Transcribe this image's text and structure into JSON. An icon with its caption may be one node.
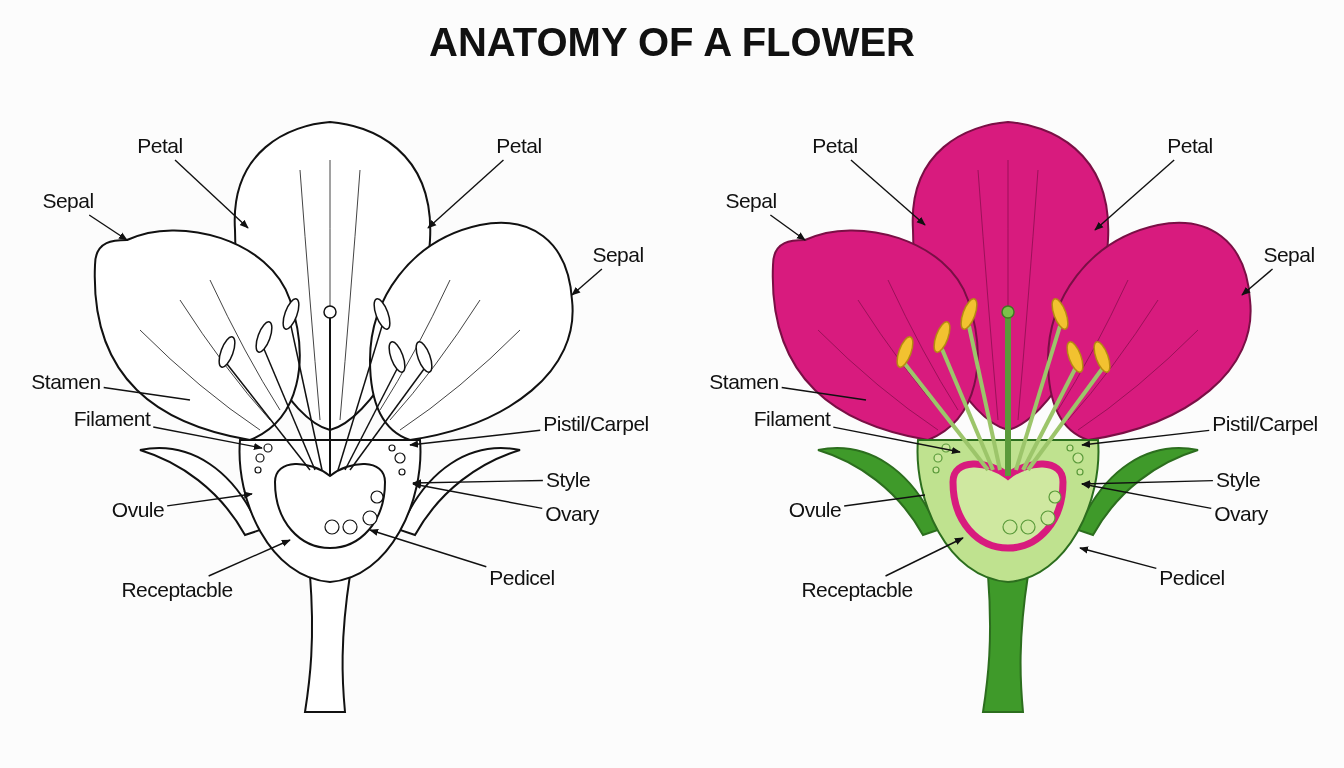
{
  "diagram": {
    "title": "ANATOMY OF A FLOWER",
    "nodes": [
      {
        "text": [
          "Petal"
        ]
      },
      {
        "text": [
          "Petal"
        ]
      },
      {
        "text": [
          "Sepal"
        ]
      },
      {
        "text": [
          "Sepal"
        ]
      },
      {
        "text": [
          "Stamen"
        ]
      },
      {
        "text": [
          "Filament"
        ]
      },
      {
        "text": [
          "Pistil/Carpel"
        ]
      },
      {
        "text": [
          "Style"
        ]
      },
      {
        "text": [
          "Ovary"
        ]
      },
      {
        "text": [
          "Ovule"
        ]
      },
      {
        "text": [
          "Receptacble"
        ]
      },
      {
        "text": [
          "Pedicel"
        ]
      },
      {
        "text": [
          "Petal"
        ]
      },
      {
        "text": [
          "Petal"
        ]
      },
      {
        "text": [
          "Sepal"
        ]
      },
      {
        "text": [
          "Sepal"
        ]
      },
      {
        "text": [
          "Stamen"
        ]
      },
      {
        "text": [
          "Filament"
        ]
      },
      {
        "text": [
          "Pistil/Carpel"
        ]
      },
      {
        "text": [
          "Style"
        ]
      },
      {
        "text": [
          "Ovary"
        ]
      },
      {
        "text": [
          "Ovule"
        ]
      },
      {
        "text": [
          "Receptacble"
        ]
      },
      {
        "text": [
          "Pedicel"
        ]
      }
    ],
    "edges": [
      {
        "from": 0,
        "to": null,
        "arrow": "to"
      },
      {
        "from": 1,
        "to": null,
        "arrow": "to"
      },
      {
        "from": 2,
        "to": null,
        "arrow": "to"
      },
      {
        "from": 3,
        "to": null,
        "arrow": "to"
      },
      {
        "from": 4,
        "to": null,
        "arrow": "none"
      },
      {
        "from": 5,
        "to": null,
        "arrow": "to"
      },
      {
        "from": 6,
        "to": null,
        "arrow": "to"
      },
      {
        "from": 7,
        "to": null,
        "arrow": "to"
      },
      {
        "from": 8,
        "to": null,
        "arrow": "to"
      },
      {
        "from": 9,
        "to": null,
        "arrow": "to"
      },
      {
        "from": 10,
        "to": null,
        "arrow": "to"
      },
      {
        "from": 11,
        "to": null,
        "arrow": "to"
      },
      {
        "from": 12,
        "to": null,
        "arrow": "to"
      },
      {
        "from": 13,
        "to": null,
        "arrow": "to"
      },
      {
        "from": 14,
        "to": null,
        "arrow": "to"
      },
      {
        "from": 15,
        "to": null,
        "arrow": "to"
      },
      {
        "from": 16,
        "to": null,
        "arrow": "none"
      },
      {
        "from": 17,
        "to": null,
        "arrow": "to"
      },
      {
        "from": 18,
        "to": null,
        "arrow": "to"
      },
      {
        "from": 19,
        "to": null,
        "arrow": "to"
      },
      {
        "from": 20,
        "to": null,
        "arrow": "to"
      },
      {
        "from": 21,
        "to": null,
        "arrow": "none"
      },
      {
        "from": 22,
        "to": null,
        "arrow": "to"
      },
      {
        "from": 23,
        "to": null,
        "arrow": "to"
      }
    ]
  }
}
